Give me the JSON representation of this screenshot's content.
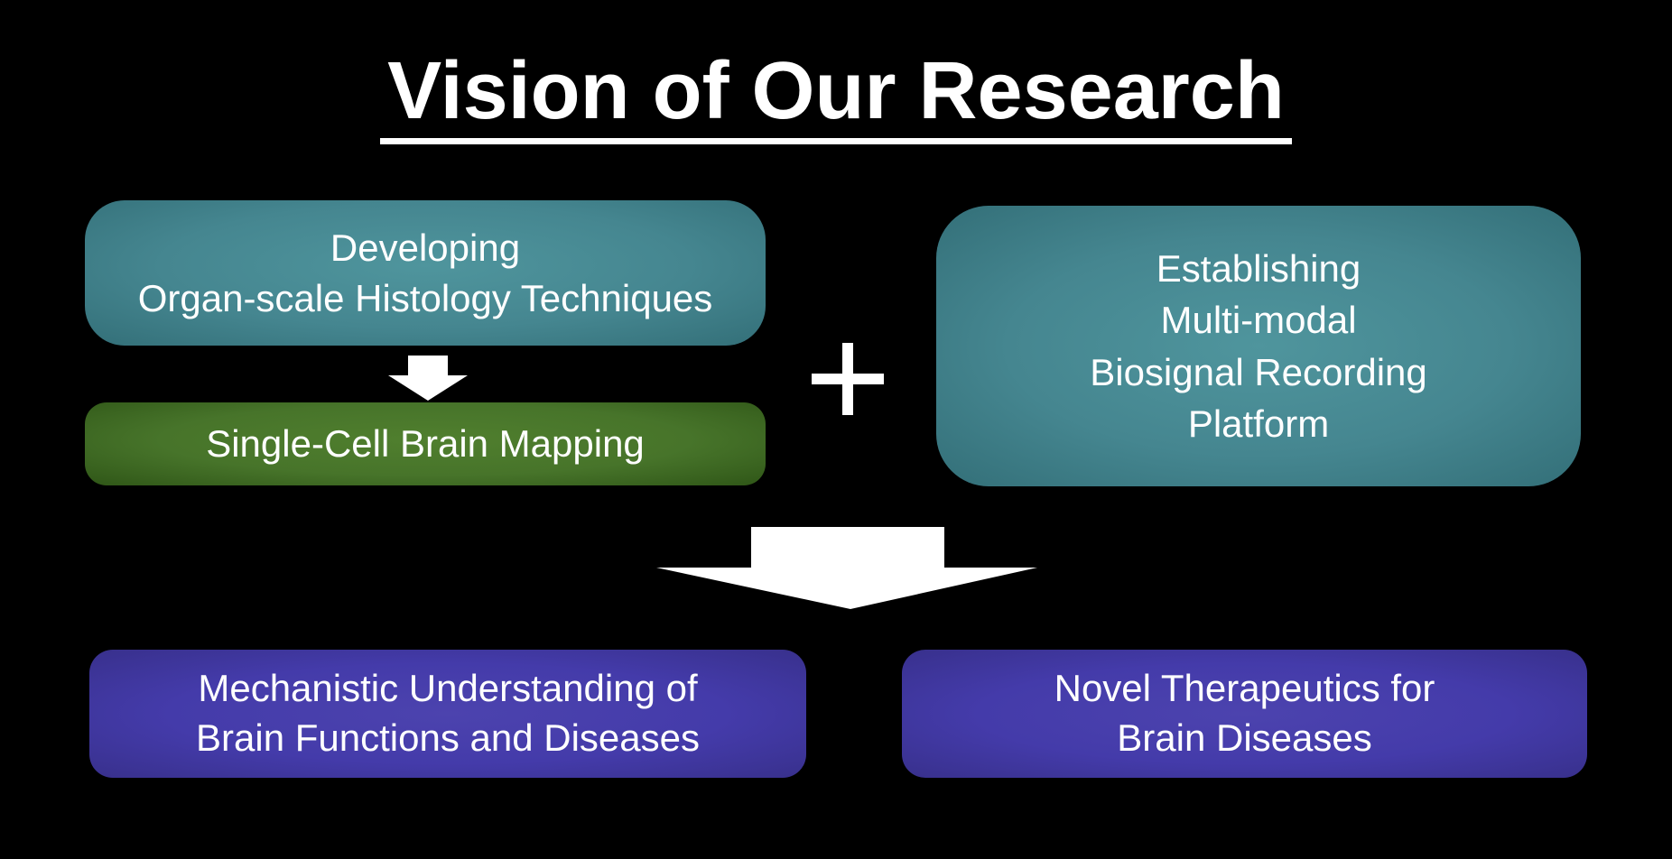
{
  "slide": {
    "title": "Vision of Our Research",
    "background_color": "#000000",
    "text_color": "#ffffff"
  },
  "boxes": {
    "histology": {
      "lines": [
        "Developing",
        "Organ-scale Histology Techniques"
      ],
      "color_center": "#4f959d",
      "color_edge": "#336f78"
    },
    "mapping": {
      "lines": [
        "Single-Cell Brain Mapping"
      ],
      "color_center": "#507f2e",
      "color_edge": "#2f5617"
    },
    "biosignal": {
      "lines": [
        "Establishing",
        "Multi-modal",
        "Biosignal Recording",
        "Platform"
      ],
      "color_center": "#4f959d",
      "color_edge": "#336f78"
    },
    "mechanistic": {
      "lines": [
        "Mechanistic Understanding of",
        "Brain Functions and Diseases"
      ],
      "color_center": "#4c43ae",
      "color_edge": "#38308c"
    },
    "therapeutics": {
      "lines": [
        "Novel Therapeutics for",
        "Brain Diseases"
      ],
      "color_center": "#4c43ae",
      "color_edge": "#38308c"
    }
  },
  "icons": {
    "plus": "plus-sign",
    "small_arrow": "block-arrow-down",
    "big_arrow": "block-arrow-down",
    "arrow_color": "#ffffff"
  }
}
